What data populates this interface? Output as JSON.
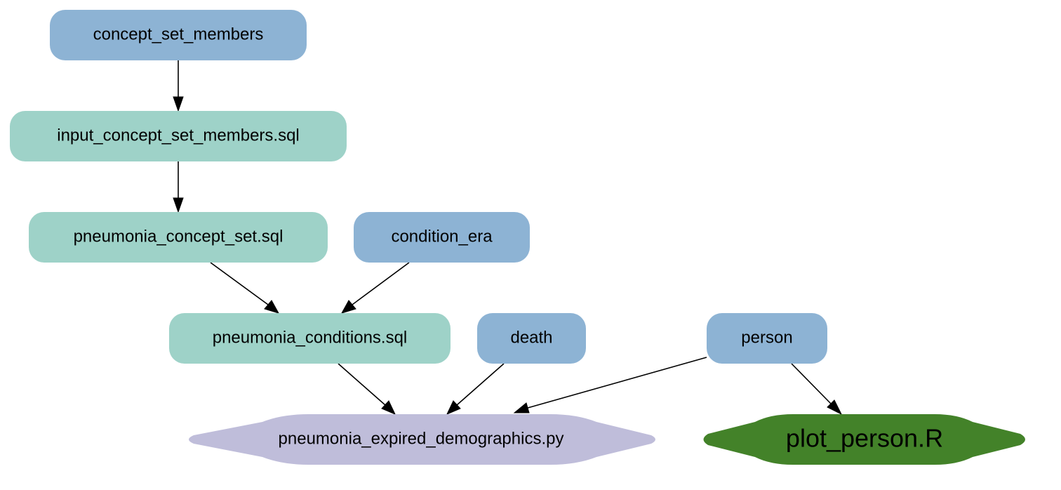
{
  "nodes": {
    "concept_set_members": {
      "label": "concept_set_members",
      "kind": "source",
      "color": "#8db3d4"
    },
    "input_concept_set_members": {
      "label": "input_concept_set_members.sql",
      "kind": "sql",
      "color": "#9ed2c8"
    },
    "pneumonia_concept_set": {
      "label": "pneumonia_concept_set.sql",
      "kind": "sql",
      "color": "#9ed2c8"
    },
    "condition_era": {
      "label": "condition_era",
      "kind": "source",
      "color": "#8db3d4"
    },
    "pneumonia_conditions": {
      "label": "pneumonia_conditions.sql",
      "kind": "sql",
      "color": "#9ed2c8"
    },
    "death": {
      "label": "death",
      "kind": "source",
      "color": "#8db3d4"
    },
    "person": {
      "label": "person",
      "kind": "source",
      "color": "#8db3d4"
    },
    "pneumonia_expired_demographics": {
      "label": "pneumonia_expired_demographics.py",
      "kind": "python",
      "color": "#bfbdda"
    },
    "plot_person": {
      "label": "plot_person.R",
      "kind": "r",
      "color": "#438229"
    }
  },
  "edges": [
    {
      "from": "concept_set_members",
      "to": "input_concept_set_members"
    },
    {
      "from": "input_concept_set_members",
      "to": "pneumonia_concept_set"
    },
    {
      "from": "pneumonia_concept_set",
      "to": "pneumonia_conditions"
    },
    {
      "from": "condition_era",
      "to": "pneumonia_conditions"
    },
    {
      "from": "pneumonia_conditions",
      "to": "pneumonia_expired_demographics"
    },
    {
      "from": "death",
      "to": "pneumonia_expired_demographics"
    },
    {
      "from": "person",
      "to": "pneumonia_expired_demographics"
    },
    {
      "from": "person",
      "to": "plot_person"
    }
  ]
}
